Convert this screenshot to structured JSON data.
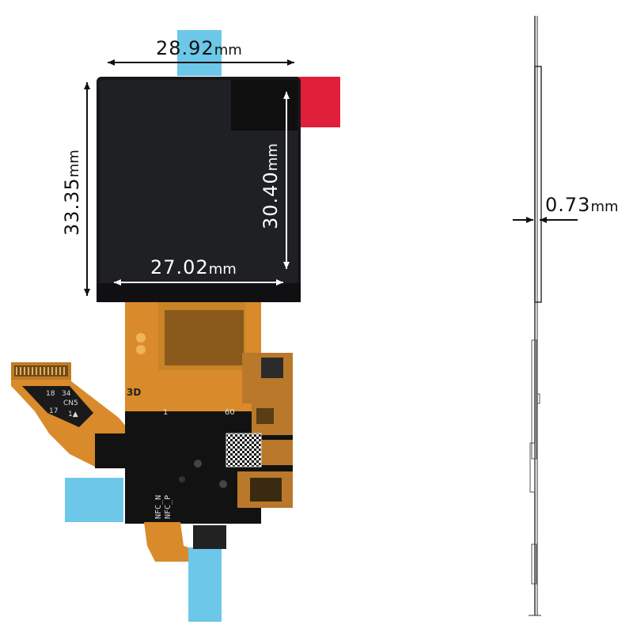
{
  "dimensions": {
    "top_width": {
      "value": "28.92",
      "unit": "mm"
    },
    "inner_width": {
      "value": "27.02",
      "unit": "mm"
    },
    "outer_height": {
      "value": "33.35",
      "unit": "mm"
    },
    "inner_height": {
      "value": "30.40",
      "unit": "mm"
    },
    "thickness": {
      "value": "0.73",
      "unit": "mm"
    }
  },
  "fpc": {
    "connector_pins": {
      "top_left": "18",
      "top_right": "34",
      "bottom_left": "17",
      "bottom_right": "1▲"
    },
    "connector_ref": "CN5",
    "board_marks": {
      "pin1": "1",
      "pin60": "60",
      "code": "3D"
    },
    "nfc_labels": [
      "NFC_N",
      "NFC_P"
    ]
  },
  "colors": {
    "panel": "#17171a",
    "flex_orange": "#d98a2a",
    "flex_black": "#121212",
    "tape_blue": "#6cc7e8",
    "tape_red": "#e0203a"
  }
}
